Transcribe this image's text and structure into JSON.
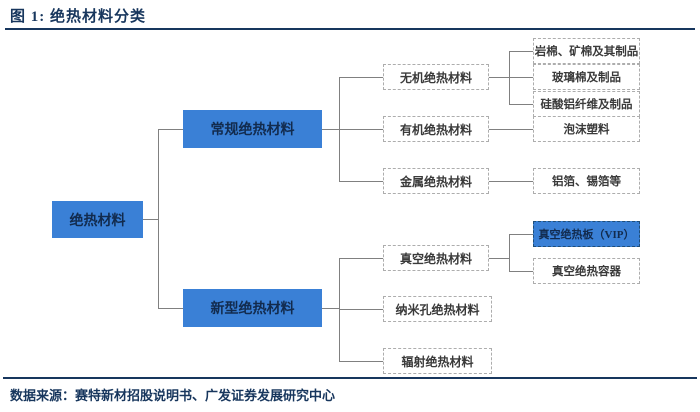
{
  "figure": {
    "title": "图 1: 绝热材料分类",
    "source": "数据来源：赛特新材招股说明书、广发证券发展研究中心"
  },
  "colors": {
    "accent_blue": "#3A80D6",
    "title_navy": "#17365D",
    "connector_gray": "#808080",
    "dashed_border_gray": "#ADADAD",
    "highlight_border_blue": "#1F4E79"
  },
  "diagram": {
    "root": {
      "label": "绝热材料"
    },
    "branches": [
      {
        "label": "常规绝热材料",
        "children": [
          {
            "label": "无机绝热材料",
            "leaves": [
              {
                "label": "岩棉、矿棉及其制品"
              },
              {
                "label": "玻璃棉及制品"
              },
              {
                "label": "硅酸铝纤维及制品"
              }
            ]
          },
          {
            "label": "有机绝热材料",
            "leaves": [
              {
                "label": "泡沫塑料"
              }
            ]
          },
          {
            "label": "金属绝热材料",
            "leaves": [
              {
                "label": "铝箔、锡箔等"
              }
            ]
          }
        ]
      },
      {
        "label": "新型绝热材料",
        "children": [
          {
            "label": "真空绝热材料",
            "leaves": [
              {
                "label": "真空绝热板（VIP）",
                "highlight": true
              },
              {
                "label": "真空绝热容器"
              }
            ]
          },
          {
            "label": "纳米孔绝热材料",
            "leaves": []
          },
          {
            "label": "辐射绝热材料",
            "leaves": []
          }
        ]
      }
    ]
  }
}
